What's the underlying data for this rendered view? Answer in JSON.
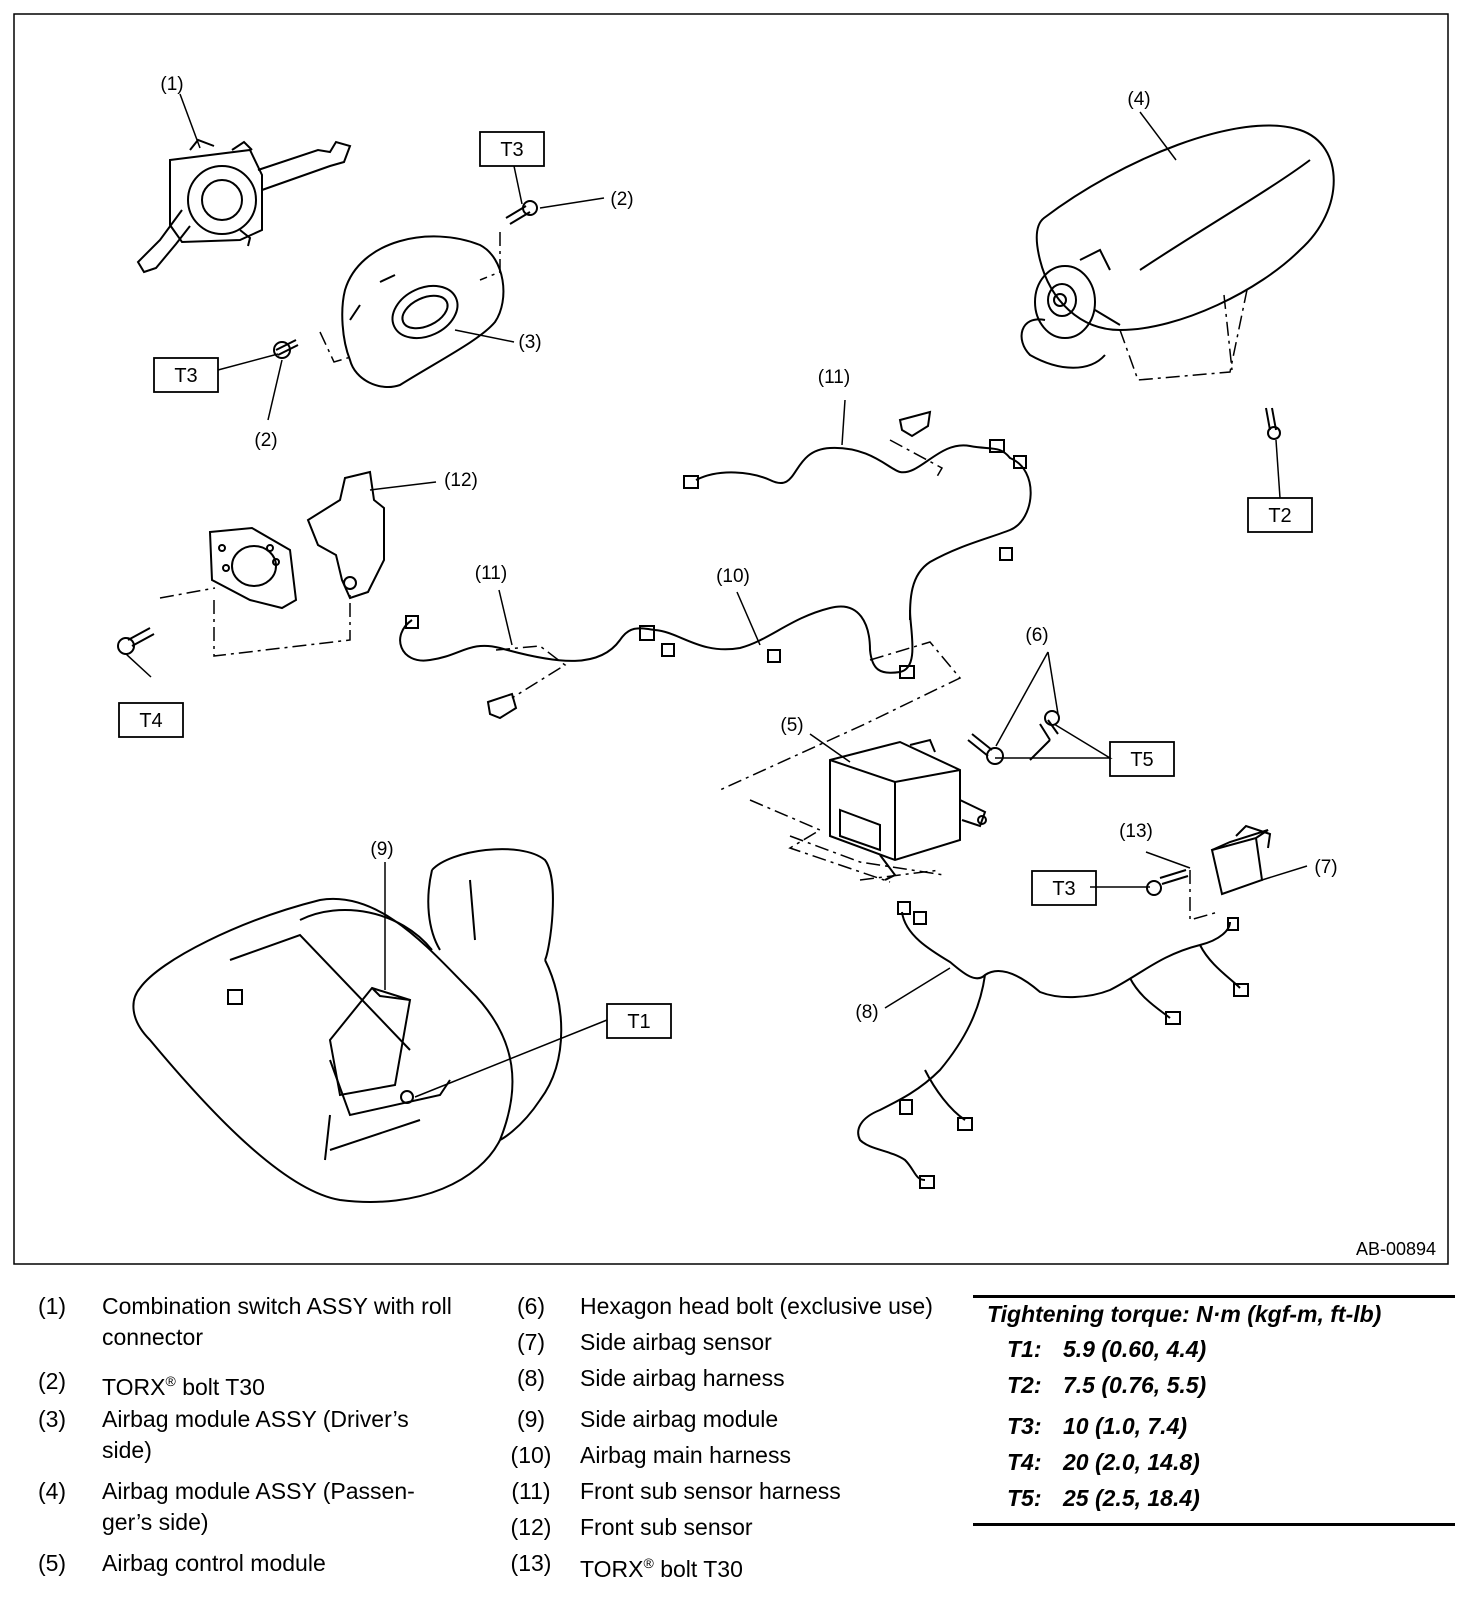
{
  "figure_id": "AB-00894",
  "callouts": {
    "c1": "(1)",
    "c2a": "(2)",
    "c2b": "(2)",
    "c3": "(3)",
    "c4": "(4)",
    "c5": "(5)",
    "c6": "(6)",
    "c7": "(7)",
    "c8": "(8)",
    "c9": "(9)",
    "c10": "(10)",
    "c11a": "(11)",
    "c11b": "(11)",
    "c12": "(12)",
    "c13": "(13)"
  },
  "torque_tags": {
    "t3_top": "T3",
    "t3_left": "T3",
    "t2": "T2",
    "t4": "T4",
    "t5": "T5",
    "t3_right": "T3",
    "t1": "T1"
  },
  "legend": [
    {
      "num": "(1)",
      "text": "Combination switch ASSY with roll",
      "text2": "connector"
    },
    {
      "num": "(2)",
      "text": "TORX",
      "sup": "®",
      "text_after": " bolt T30"
    },
    {
      "num": "(3)",
      "text": "Airbag module ASSY (Driver’s",
      "text2": "side)"
    },
    {
      "num": "(4)",
      "text": "Airbag module ASSY (Passen-",
      "text2": "ger’s side)"
    },
    {
      "num": "(5)",
      "text": "Airbag control module"
    },
    {
      "num": "(6)",
      "text": "Hexagon head bolt (exclusive use)"
    },
    {
      "num": "(7)",
      "text": "Side airbag sensor"
    },
    {
      "num": "(8)",
      "text": "Side airbag harness"
    },
    {
      "num": "(9)",
      "text": "Side airbag module"
    },
    {
      "num": "(10)",
      "text": "Airbag main harness"
    },
    {
      "num": "(11)",
      "text": "Front sub sensor harness"
    },
    {
      "num": "(12)",
      "text": "Front sub sensor"
    },
    {
      "num": "(13)",
      "text": "TORX",
      "sup": "®",
      "text_after": " bolt T30"
    }
  ],
  "torque": {
    "title": "Tightening torque: N·m (kgf-m, ft-lb)",
    "rows": [
      {
        "key": "T1:",
        "value": "5.9 (0.60, 4.4)"
      },
      {
        "key": "T2:",
        "value": "7.5 (0.76, 5.5)"
      },
      {
        "key": "T3:",
        "value": "10 (1.0, 7.4)"
      },
      {
        "key": "T4:",
        "value": "20 (2.0, 14.8)"
      },
      {
        "key": "T5:",
        "value": "25 (2.5, 18.4)"
      }
    ]
  }
}
